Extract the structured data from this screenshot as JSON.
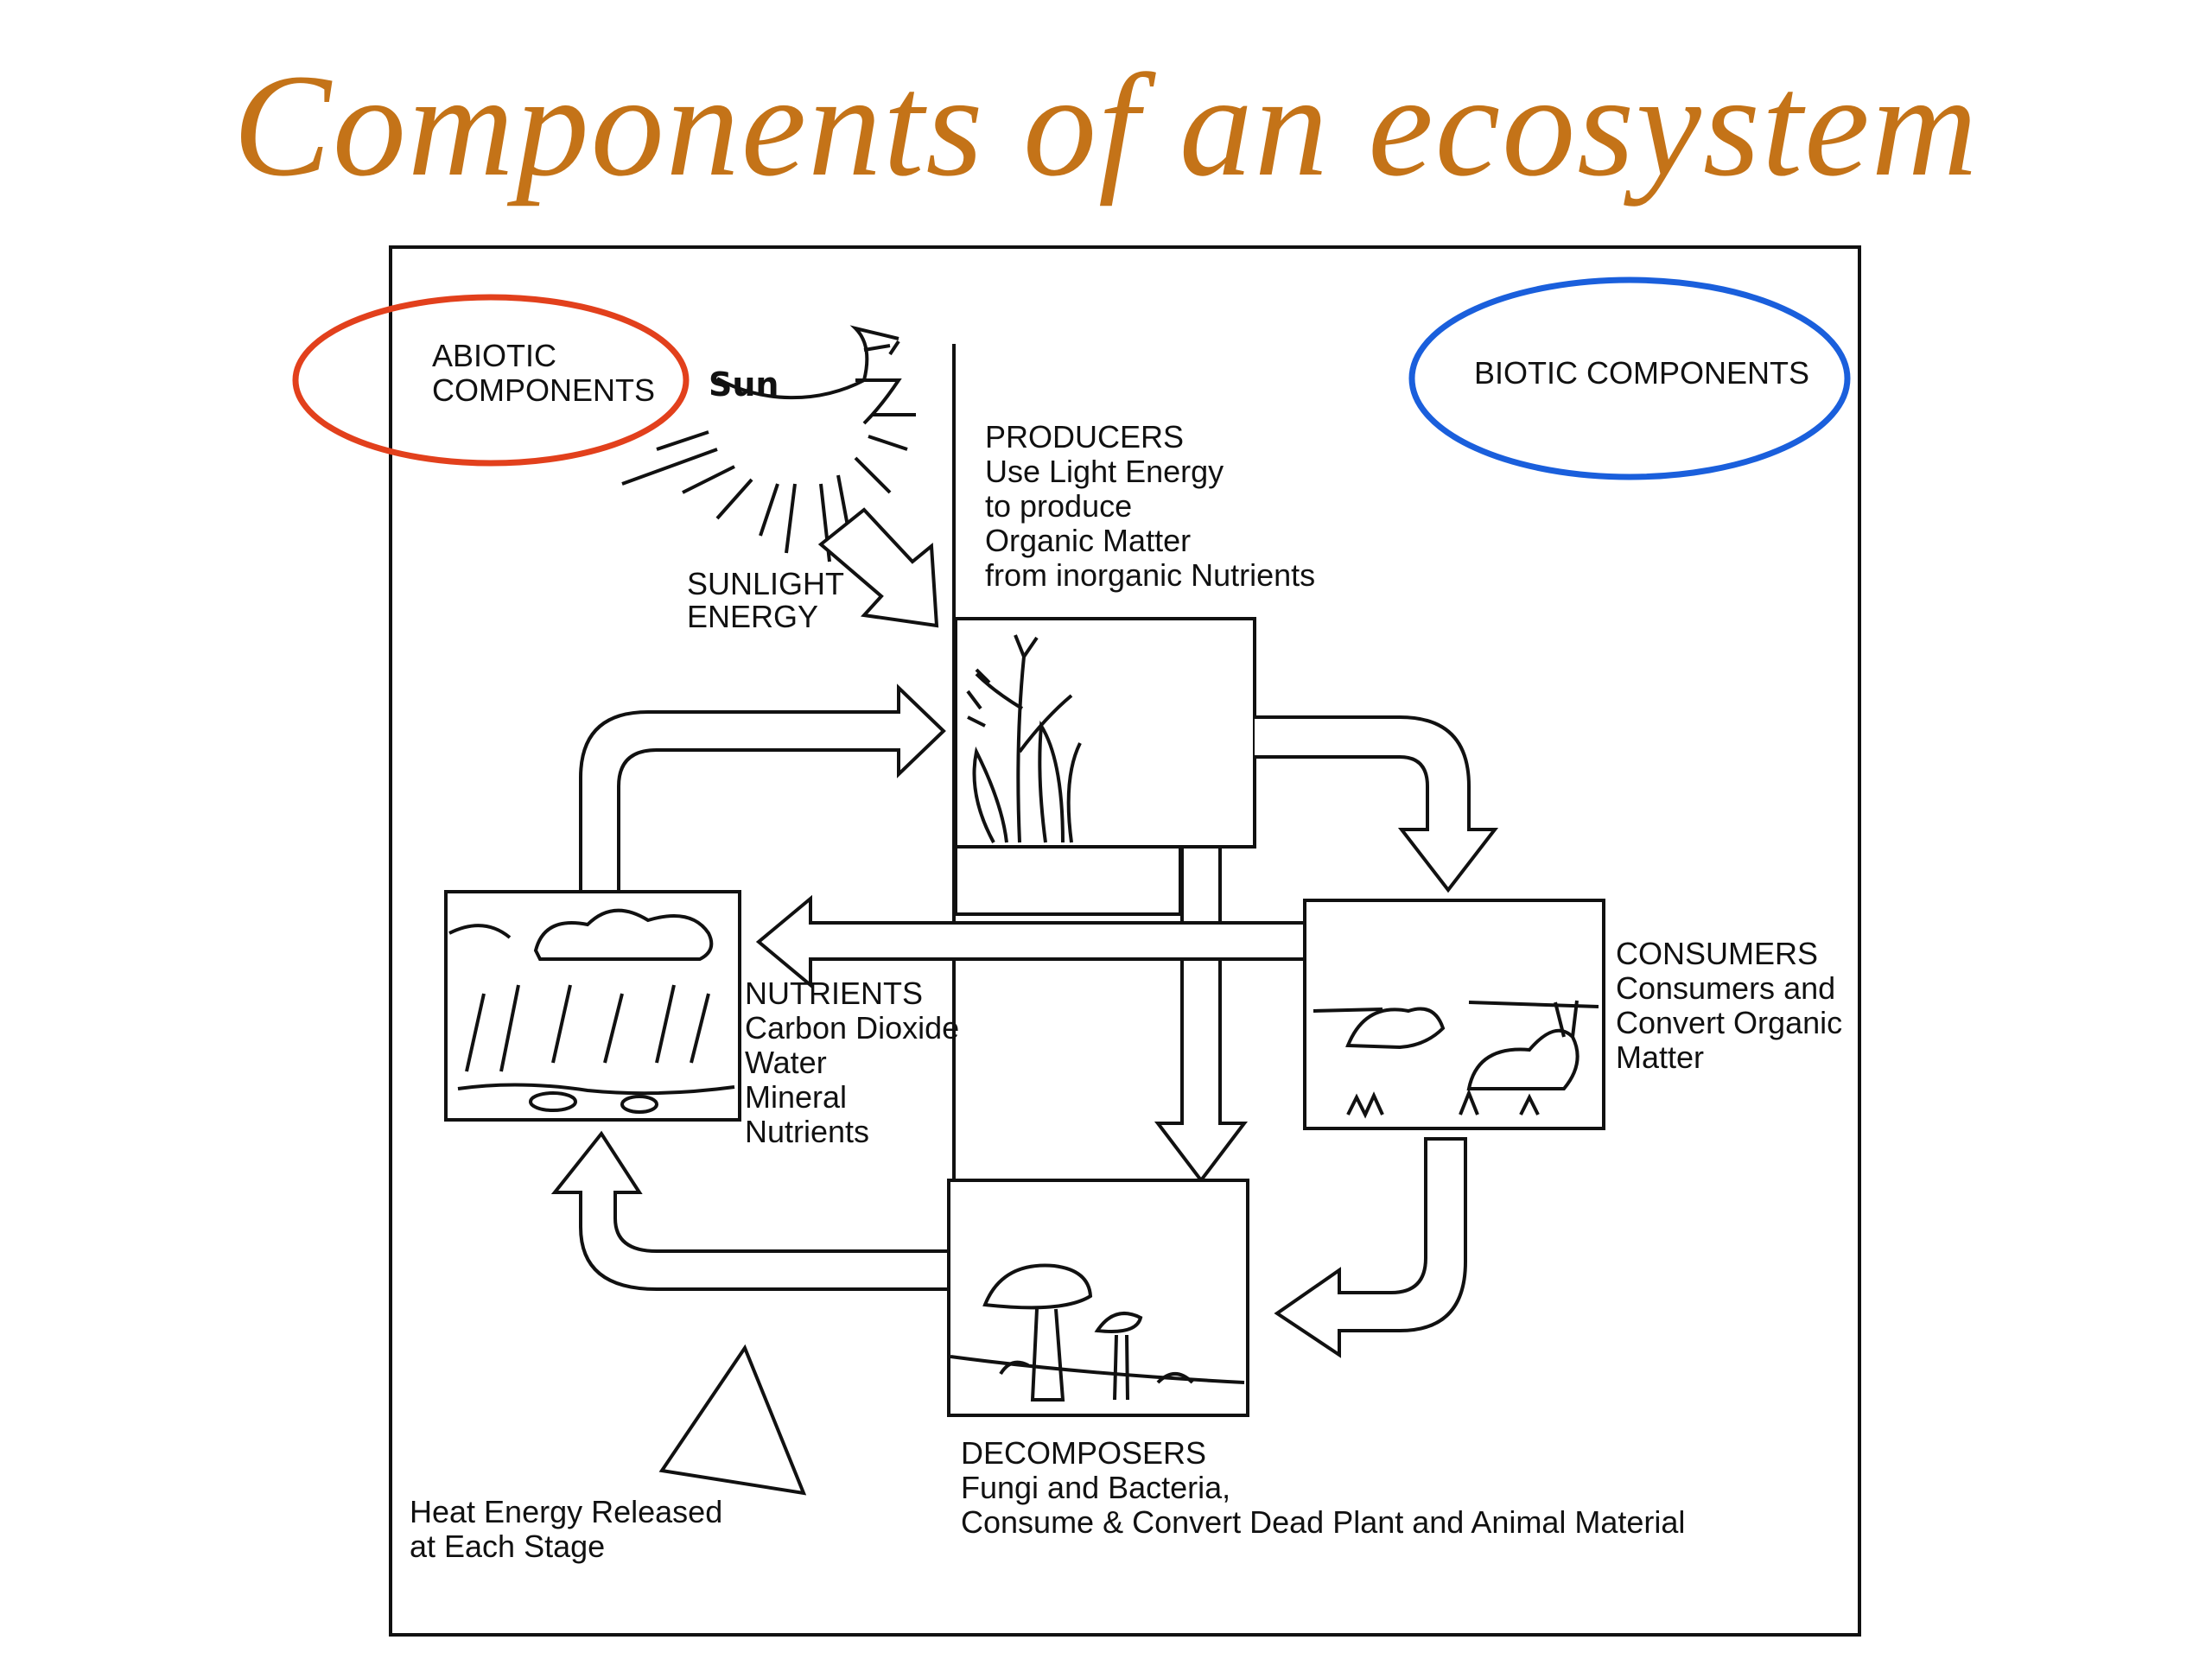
{
  "title": "Components of an ecosystem",
  "abiotic": {
    "label_lines": [
      "ABIOTIC",
      "COMPONENTS"
    ],
    "color": "#e2401c"
  },
  "biotic": {
    "label": "BIOTIC COMPONENTS",
    "color": "#1a5fdc"
  },
  "sun": {
    "label": "Sun"
  },
  "sunlight": {
    "lines": [
      "SUNLIGHT",
      "ENERGY"
    ]
  },
  "producers": {
    "lines": [
      "PRODUCERS",
      "Use Light Energy",
      "to produce",
      "Organic Matter",
      "from inorganic Nutrients"
    ]
  },
  "consumers": {
    "lines": [
      "CONSUMERS",
      "Consumers and",
      "Convert Organic",
      "Matter"
    ]
  },
  "nutrients": {
    "lines": [
      "NUTRIENTS",
      "Carbon Dioxide",
      "Water",
      "Mineral",
      "Nutrients"
    ]
  },
  "decomposers": {
    "lines": [
      "DECOMPOSERS",
      "Fungi and Bacteria,",
      "Consume & Convert Dead Plant and Animal Material"
    ]
  },
  "heat": {
    "lines": [
      "Heat Energy Released",
      "at Each Stage"
    ]
  },
  "title_color": "#c47318"
}
